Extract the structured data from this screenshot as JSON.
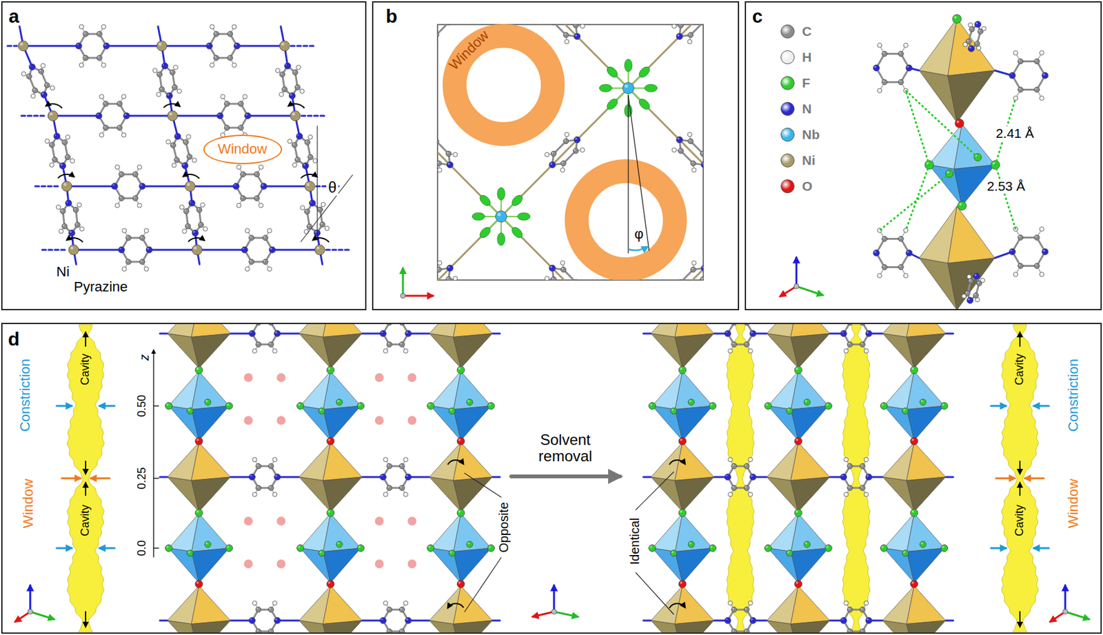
{
  "diagram": {
    "nodes": [
      {
        "text": [
          "Window"
        ]
      },
      {
        "text": [
          "Window"
        ]
      }
    ],
    "labels": [
      "a",
      "θ",
      "Ni",
      "Pyrazine",
      "b",
      "φ",
      "c",
      "2.41 Å",
      "2.53 Å",
      "d",
      "Constriction",
      "Cavity",
      "Window",
      "Cavity",
      "z",
      "0.50",
      "0.25",
      "0.0",
      "Solvent removal",
      "Opposite",
      "Identical",
      "Cavity",
      "Constriction",
      "Window",
      "Cavity"
    ],
    "legend": [
      {
        "text": "C",
        "color": "#8c8c8c"
      },
      {
        "text": "H",
        "color": "#eeeeee"
      },
      {
        "text": "F",
        "color": "#2ecc2e"
      },
      {
        "text": "N",
        "color": "#2a2ad0"
      },
      {
        "text": "Nb",
        "color": "#38b6ea"
      },
      {
        "text": "Ni",
        "color": "#a99a6b"
      },
      {
        "text": "O",
        "color": "#e01515"
      }
    ]
  }
}
